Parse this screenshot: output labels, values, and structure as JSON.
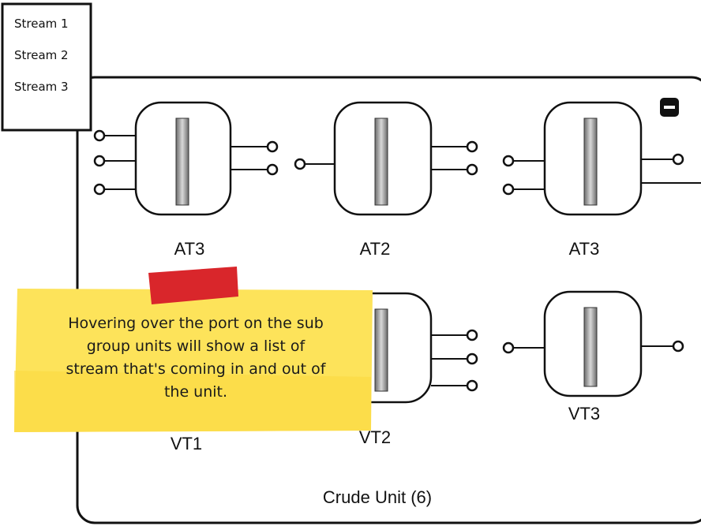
{
  "stream_popup": {
    "items": [
      "Stream 1",
      "Stream 2",
      "Stream 3"
    ]
  },
  "group": {
    "title": "Crude Unit (6)",
    "collapse_icon": "minus-square-icon"
  },
  "units": [
    {
      "label": "AT3"
    },
    {
      "label": "AT2"
    },
    {
      "label": "AT3"
    },
    {
      "label": "VT1"
    },
    {
      "label": "VT2"
    },
    {
      "label": "VT3"
    }
  ],
  "sticky_note": {
    "lines": [
      "Hovering over the port on the sub",
      "group units will show a list of",
      "stream that's coming in and out of",
      "the unit."
    ]
  },
  "colors": {
    "note_fill": "#fde35a",
    "tape": "#d9262b",
    "outline": "#111111"
  }
}
